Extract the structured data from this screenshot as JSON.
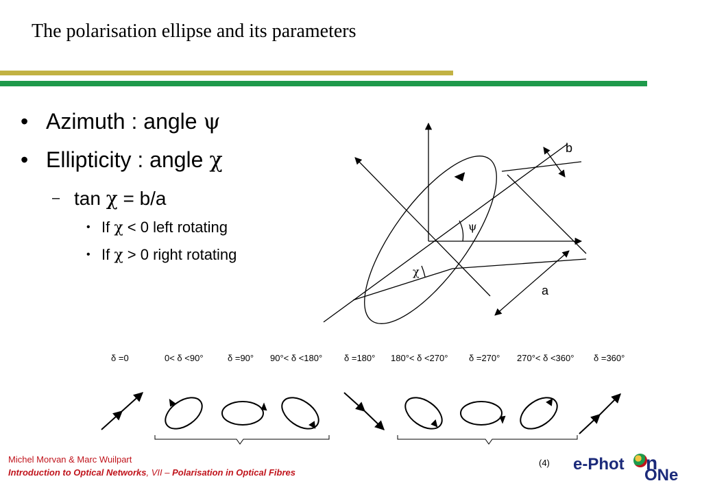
{
  "slide": {
    "title": "The polarisation ellipse and its parameters"
  },
  "bullets": {
    "azimuth": {
      "text": "Azimuth  : angle ",
      "symbol": "ψ"
    },
    "ellipticity": {
      "text": "Ellipticity : angle ",
      "symbol": "χ"
    },
    "tan": {
      "prefix": "tan ",
      "symbol": "χ",
      "suffix": " = b/a"
    },
    "left": {
      "prefix": "If ",
      "symbol": "χ",
      "suffix": " < 0  left rotating"
    },
    "right": {
      "prefix": "If ",
      "symbol": "χ",
      "suffix": " > 0  right rotating"
    }
  },
  "diagram": {
    "label_b": "b",
    "label_a": "a",
    "label_psi": "ψ",
    "label_chi": "χ"
  },
  "states": [
    {
      "label": "δ =0"
    },
    {
      "label": "0< δ <90°"
    },
    {
      "label": "δ =90°"
    },
    {
      "label": "90°< δ <180°"
    },
    {
      "label": "δ =180°"
    },
    {
      "label": "180°< δ <270°"
    },
    {
      "label": "δ =270°"
    },
    {
      "label": "270°< δ <360°"
    },
    {
      "label": "δ =360°"
    }
  ],
  "footer": {
    "authors": "Michel Morvan & Marc Wuilpart",
    "course_title": "Introduction to Optical Networks",
    "course_sep": ", VII – ",
    "course_sub": "Polarisation in Optical Fibres",
    "page": "(4)",
    "logo_part1": "e-Phot",
    "logo_part2": "n",
    "logo_part3": "ONe"
  }
}
